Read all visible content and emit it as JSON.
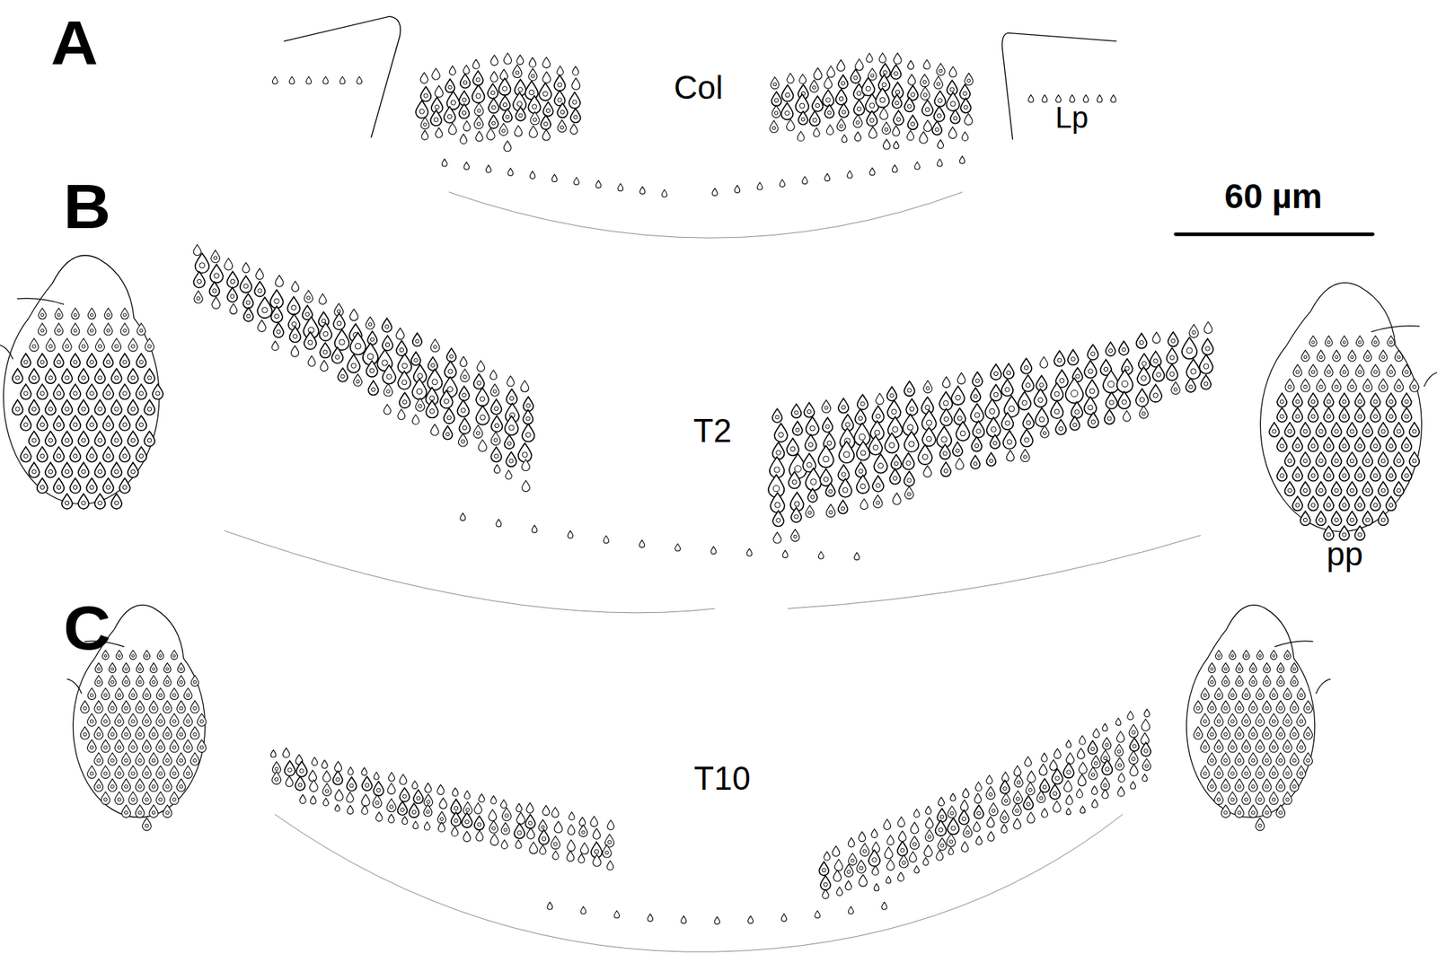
{
  "diagram": {
    "labels": [
      "A",
      "Col",
      "Lp",
      "B",
      "60 µm",
      "T2",
      "pp",
      "C",
      "T10"
    ]
  }
}
